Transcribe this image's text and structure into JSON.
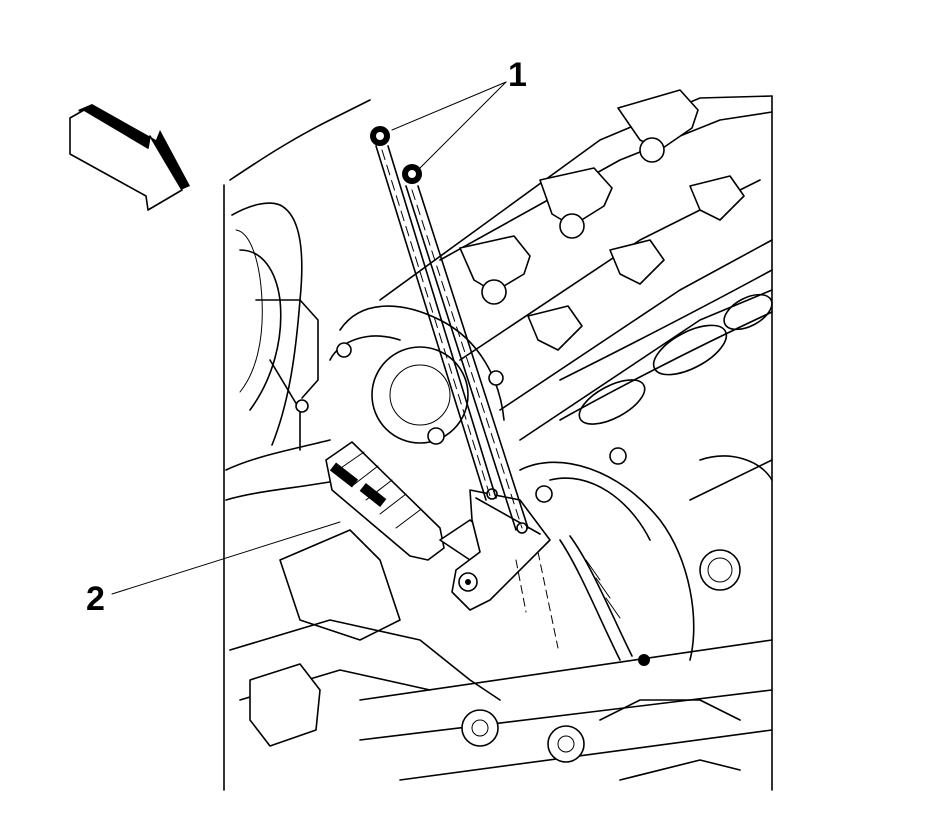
{
  "callouts": [
    {
      "id": "1",
      "text": "1",
      "target": "bolts"
    },
    {
      "id": "2",
      "text": "2",
      "target": "actuator-solenoid"
    }
  ],
  "icons": [
    "view-direction-arrow-icon"
  ]
}
